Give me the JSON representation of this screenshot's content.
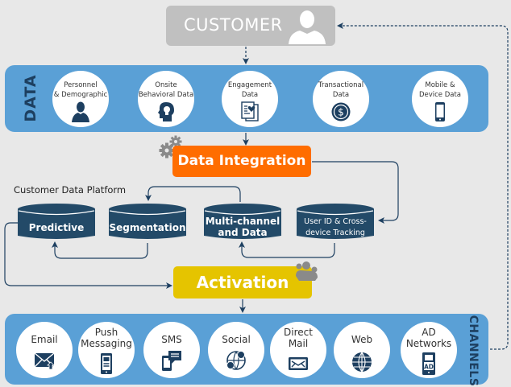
{
  "customer": {
    "label": "CUSTOMER",
    "icon": "user-icon"
  },
  "data_band": {
    "title": "DATA",
    "items": [
      {
        "line1": "Personnel",
        "line2": "& Demographic",
        "icon": "person-icon"
      },
      {
        "line1": "Onsite",
        "line2": "Behavioral Data",
        "icon": "head-lightbulb-icon"
      },
      {
        "line1": "Engagement",
        "line2": "Data",
        "icon": "document-heart-icon"
      },
      {
        "line1": "Transactional",
        "line2": "Data",
        "icon": "dollar-coin-icon"
      },
      {
        "line1": "Mobile &",
        "line2": "Device Data",
        "icon": "smartphone-icon"
      }
    ]
  },
  "integration": {
    "label": "Data Integration",
    "icon": "gears-icon"
  },
  "platform": {
    "label": "Customer Data Platform",
    "databases": [
      {
        "line1": "Predictive",
        "line2": ""
      },
      {
        "line1": "Segmentation",
        "line2": ""
      },
      {
        "line1": "Multi-channel",
        "line2": "and Data"
      },
      {
        "line1": "User ID & Cross-",
        "line2": "device Tracking"
      }
    ]
  },
  "activation": {
    "label": "Activation",
    "icon": "people-group-icon"
  },
  "channels_band": {
    "title": "CHANNELS",
    "items": [
      {
        "line1": "Email",
        "line2": "",
        "icon": "envelope-upload-icon"
      },
      {
        "line1": "Push",
        "line2": "Messaging",
        "icon": "mobile-message-icon"
      },
      {
        "line1": "SMS",
        "line2": "",
        "icon": "phone-chat-icon"
      },
      {
        "line1": "Social",
        "line2": "",
        "icon": "globe-people-icon"
      },
      {
        "line1": "Direct",
        "line2": "Mail",
        "icon": "mail-envelope-icon"
      },
      {
        "line1": "Web",
        "line2": "",
        "icon": "globe-icon"
      },
      {
        "line1": "AD",
        "line2": "Networks",
        "icon": "ad-phone-icon"
      }
    ]
  },
  "colors": {
    "background": "#e8e8e8",
    "customer_box": "#c0c0c0",
    "band_blue": "#5aa0d6",
    "navy": "#1d3f60",
    "database": "#234a68",
    "integration_orange": "#ff6d00",
    "activation_yellow": "#e5c400",
    "icon_gray": "#8a8a8a"
  }
}
